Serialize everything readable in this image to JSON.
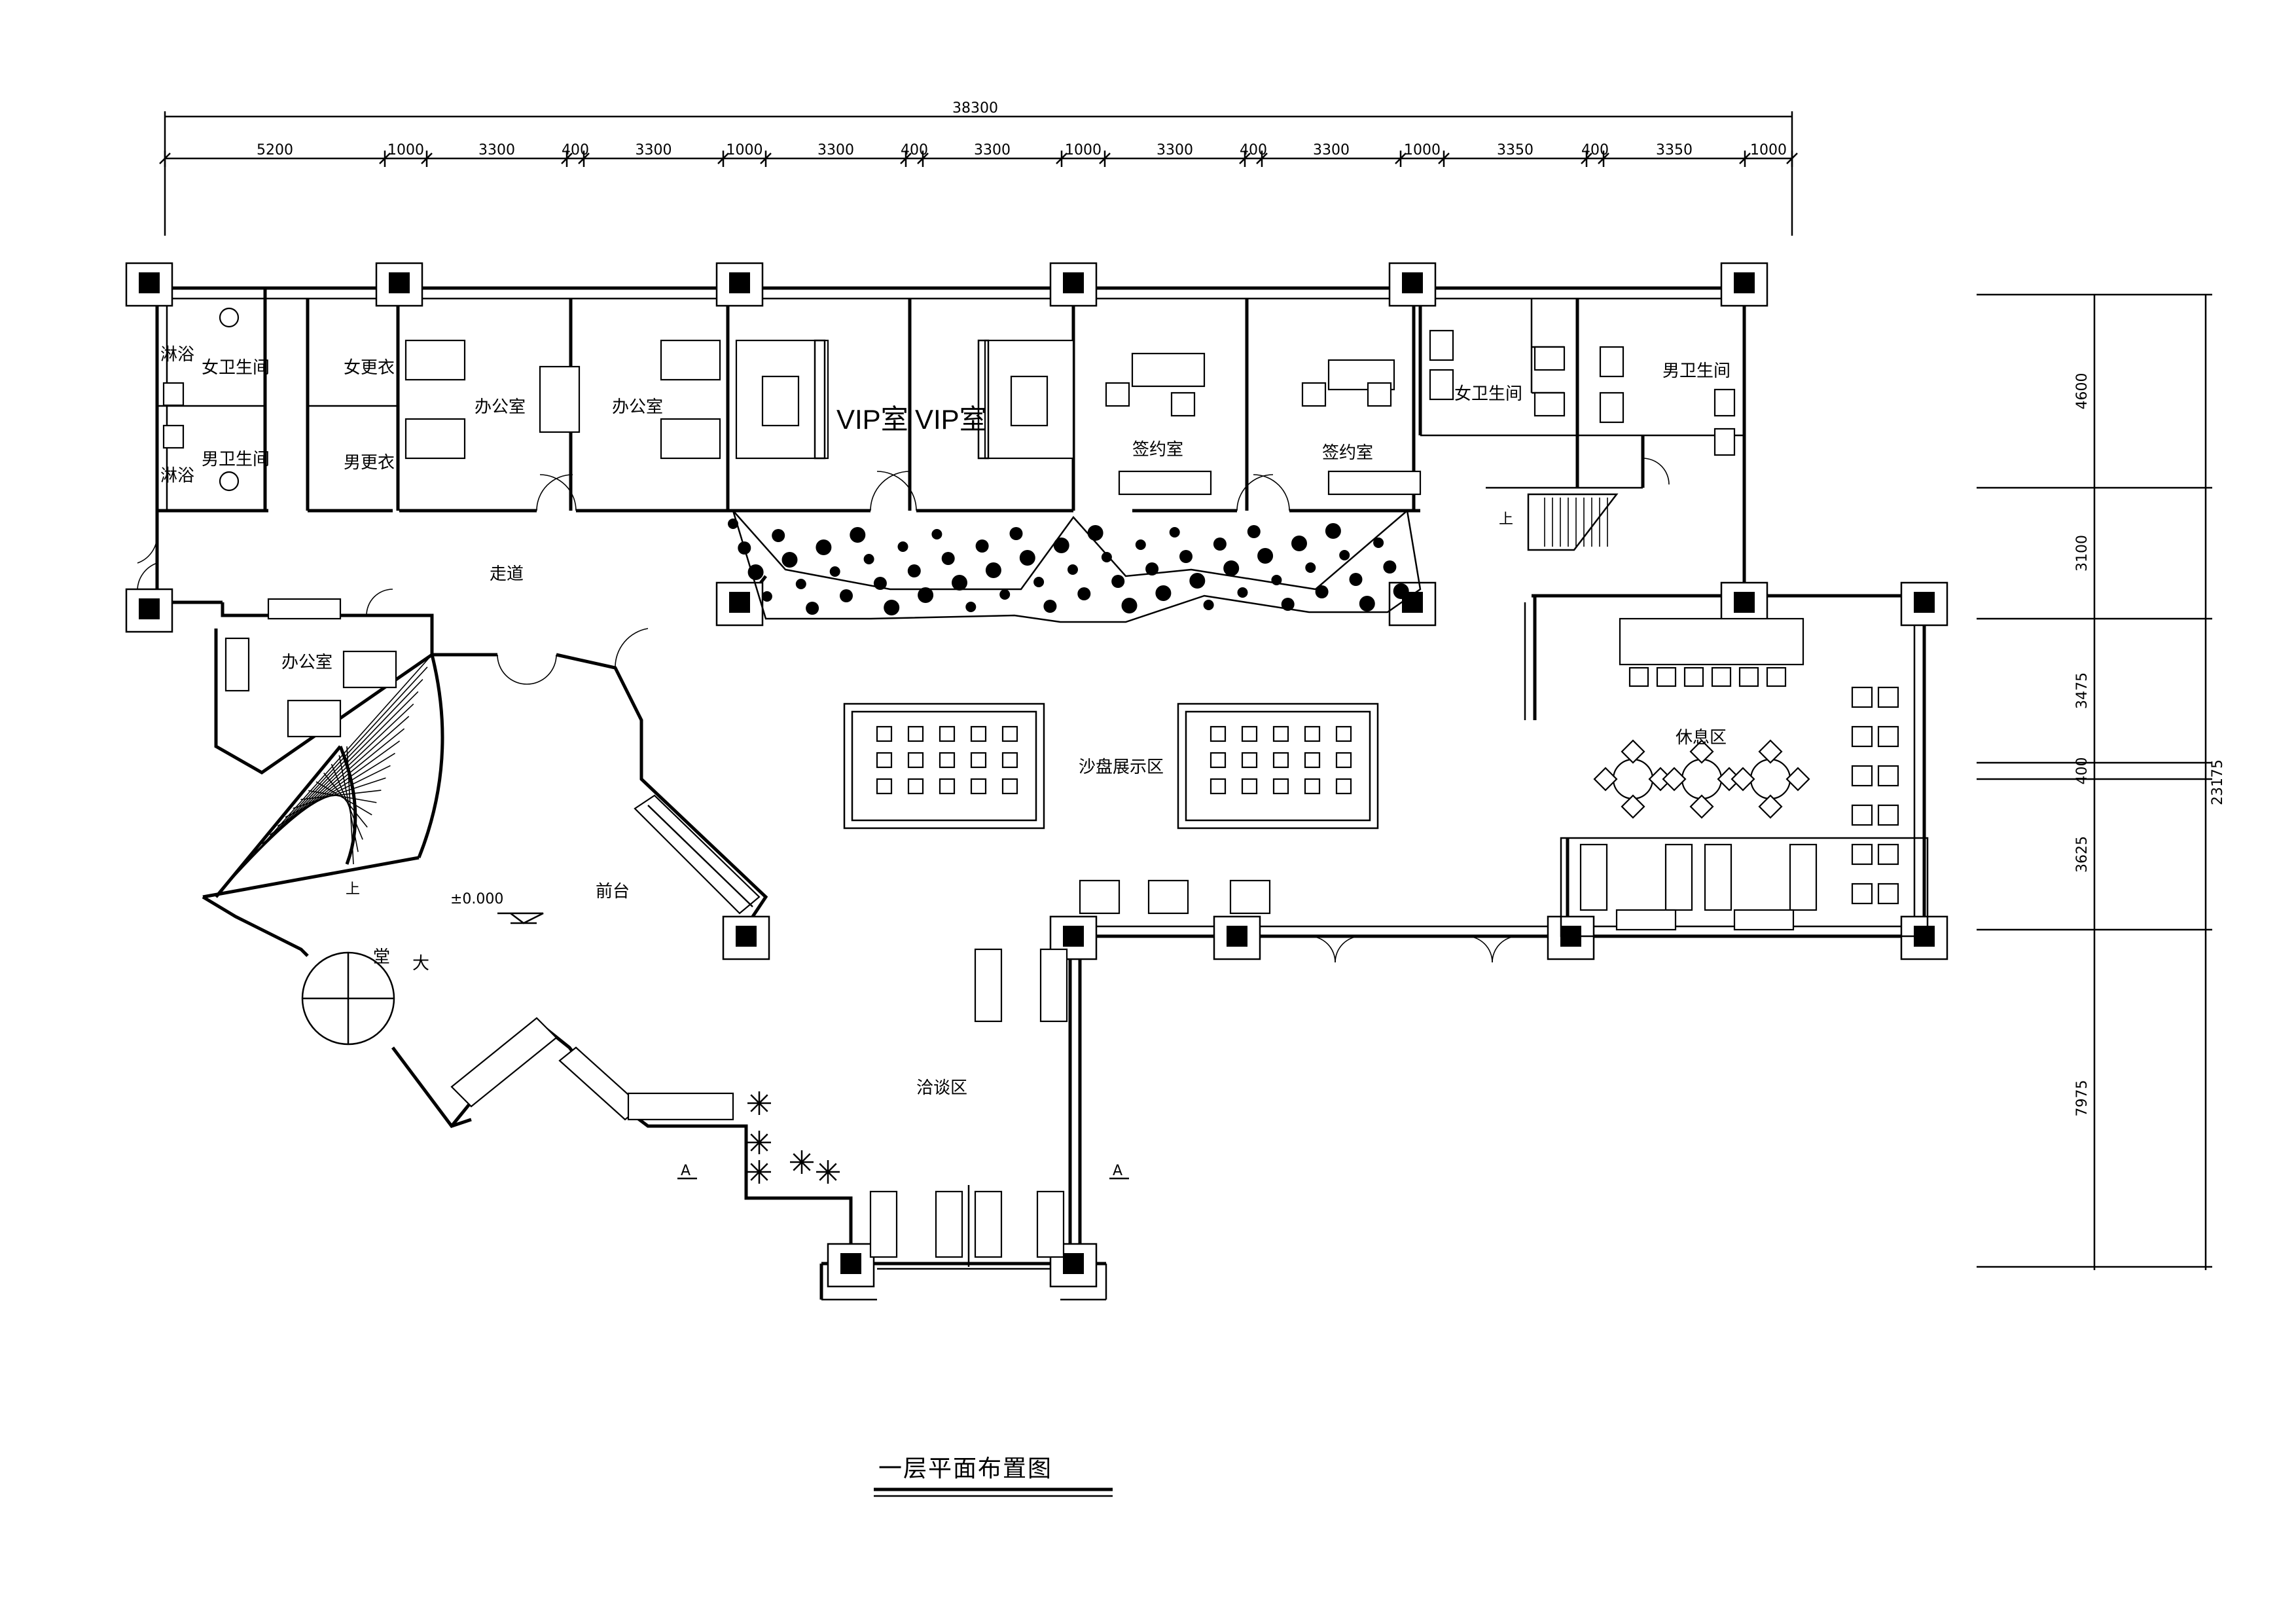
{
  "title": "一层平面布置图",
  "elevation_mark": "±0.000",
  "stair_up": "上",
  "section_mark": "A",
  "dimensions": {
    "overall_width": "38300",
    "top_segments": [
      "5200",
      "1000",
      "3300",
      "400",
      "3300",
      "1000",
      "3300",
      "400",
      "3300",
      "1000",
      "3300",
      "400",
      "3300",
      "1000",
      "3350",
      "400",
      "3350",
      "1000"
    ],
    "overall_depth": "23175",
    "right_segments": [
      "4600",
      "3100",
      "3475",
      "400",
      "3625",
      "7975"
    ]
  },
  "rooms": {
    "shower_1": "淋浴",
    "shower_2": "淋浴",
    "womens_wc_left": "女卫生间",
    "mens_wc_left": "男卫生间",
    "womens_changing": "女更衣",
    "mens_changing": "男更衣",
    "office_1": "办公室",
    "office_2": "办公室",
    "vip_1": "VIP室",
    "vip_2": "VIP室",
    "signing_1": "签约室",
    "signing_2": "签约室",
    "womens_wc_right": "女卫生间",
    "mens_wc_right": "男卫生间",
    "corridor": "走道",
    "office_3": "办公室",
    "sand_table": "沙盘展示区",
    "rest_area": "休息区",
    "reception": "前台",
    "lobby_1": "堂",
    "lobby_2": "大",
    "negotiation": "洽谈区"
  }
}
